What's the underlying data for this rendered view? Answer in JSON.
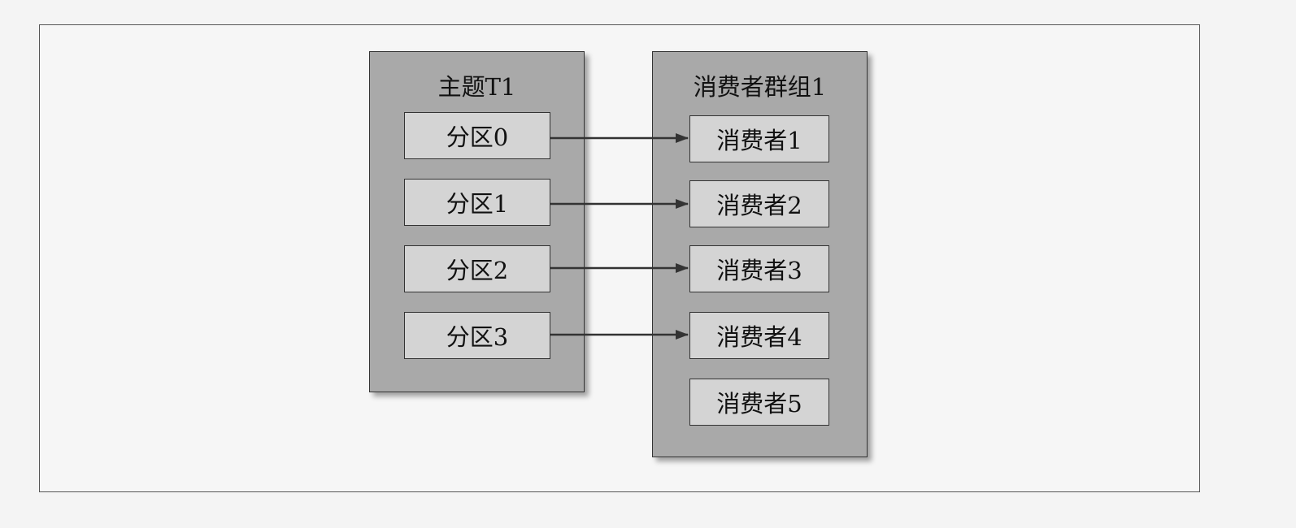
{
  "topic": {
    "title": "主题T1",
    "partitions": [
      "分区0",
      "分区1",
      "分区2",
      "分区3"
    ]
  },
  "consumer_group": {
    "title": "消费者群组1",
    "consumers": [
      "消费者1",
      "消费者2",
      "消费者3",
      "消费者4",
      "消费者5"
    ]
  },
  "assignments": [
    {
      "from": "分区0",
      "to": "消费者1"
    },
    {
      "from": "分区1",
      "to": "消费者2"
    },
    {
      "from": "分区2",
      "to": "消费者3"
    },
    {
      "from": "分区3",
      "to": "消费者4"
    }
  ],
  "colors": {
    "group_fill": "#a9a9a9",
    "item_fill": "#d4d4d4",
    "stroke": "#333333"
  }
}
